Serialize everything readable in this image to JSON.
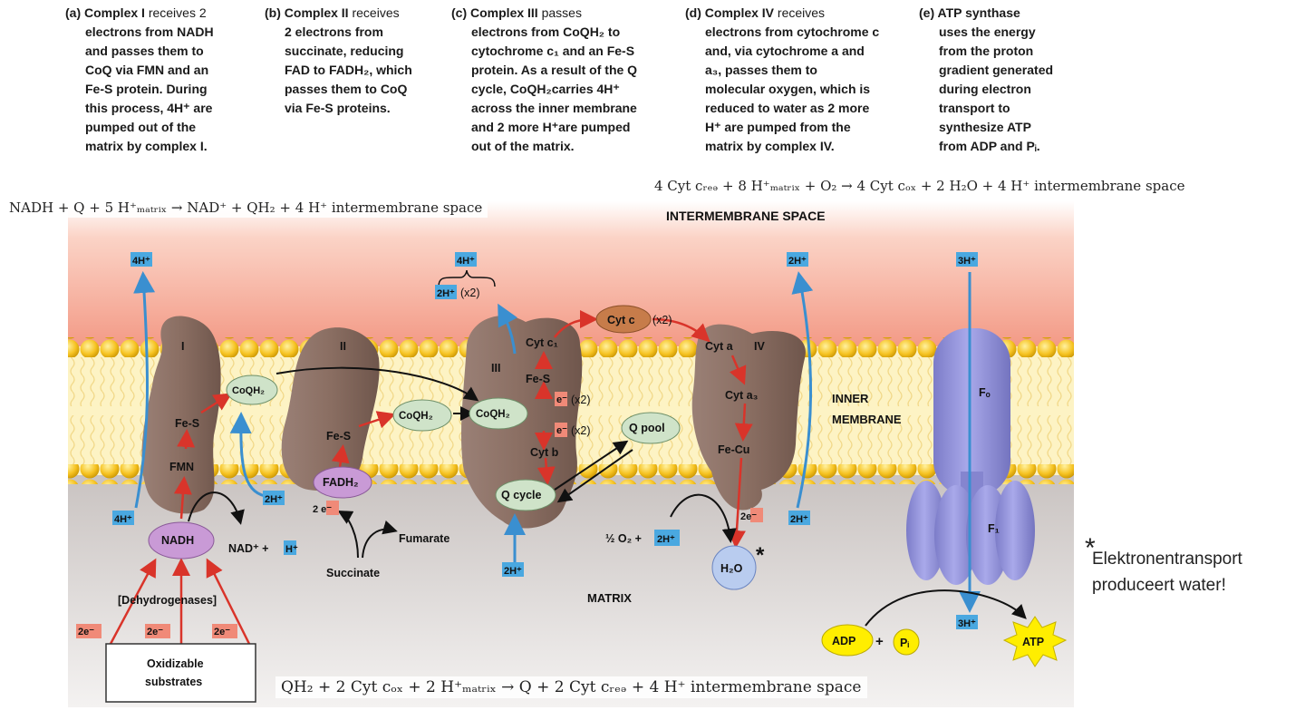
{
  "captions": [
    {
      "letter": "(a)",
      "title": "Complex I",
      "lines": [
        "receives 2",
        "electrons from NADH",
        "and passes them to",
        "CoQ via FMN and an",
        "Fe-S protein. During",
        "this process, 4H⁺ are",
        "pumped out of the",
        "matrix by complex I."
      ]
    },
    {
      "letter": "(b)",
      "title": "Complex II",
      "lines": [
        "receives",
        "2 electrons from",
        "succinate, reducing",
        "FAD to FADH₂, which",
        "passes them to CoQ",
        "via Fe-S proteins."
      ]
    },
    {
      "letter": "(c)",
      "title": "Complex III",
      "lines": [
        "passes",
        "electrons from CoQH₂ to",
        "cytochrome c₁ and an Fe-S",
        "protein. As a result of the Q",
        "cycle, CoQH₂carries 4H⁺",
        "across the inner membrane",
        "and 2 more H⁺are pumped",
        "out of the matrix."
      ]
    },
    {
      "letter": "(d)",
      "title": "Complex IV",
      "lines": [
        "receives",
        "electrons from cytochrome c",
        "and, via cytochrome a and",
        "a₃, passes them to",
        "molecular oxygen, which is",
        "reduced to water as 2 more",
        "H⁺ are pumped from the",
        "matrix by complex IV."
      ]
    },
    {
      "letter": "(e)",
      "title": "ATP synthase",
      "lines": [
        "",
        "uses the energy",
        "from the proton",
        "gradient generated",
        "during electron",
        "transport to",
        "synthesize ATP",
        "from ADP and Pᵢ."
      ]
    }
  ],
  "equations": {
    "complex1": "NADH + Q + 5 H⁺ₘₐₜᵣᵢₓ → NAD⁺ + QH₂ + 4 H⁺ intermembrane space",
    "complex4": "4 Cyt cᵣₑₔ + 8 H⁺ₘₐₜᵣᵢₓ + O₂ → 4 Cyt cₒₓ + 2 H₂O + 4 H⁺ intermembrane space",
    "complex3": "QH₂ + 2 Cyt cₒₓ + 2 H⁺ₘₐₜᵣᵢₓ → Q + 2 Cyt cᵣₑₔ + 4 H⁺ intermembrane space"
  },
  "regions": {
    "intermembrane": "INTERMEMBRANE SPACE",
    "inner_membrane_1": "INNER",
    "inner_membrane_2": "MEMBRANE",
    "matrix": "MATRIX"
  },
  "complexes": {
    "c1": "I",
    "c2": "II",
    "c3": "III",
    "c4": "IV",
    "fo": "Fₒ",
    "f1": "F₁"
  },
  "carriers": {
    "fmn": "FMN",
    "fes_1": "Fe-S",
    "coqh2_1": "CoQH₂",
    "fes_2": "Fe-S",
    "fadh2": "FADH₂",
    "coqh2_2": "CoQH₂",
    "coqh2_3": "CoQH₂",
    "cytc1": "Cyt c₁",
    "fes_3": "Fe-S",
    "cytb": "Cyt b",
    "qcycle": "Q cycle",
    "qpool": "Q pool",
    "cytc": "Cyt c",
    "cytc_mult": "(x2)",
    "cyta": "Cyt a",
    "cyta3": "Cyt a₃",
    "fecu": "Fe-Cu",
    "nadh": "NADH",
    "h2o": "H₂O",
    "adp": "ADP",
    "pi": "Pᵢ",
    "atp": "ATP",
    "plus": "+"
  },
  "labels": {
    "h_4_top": "4H⁺",
    "h_4_bottom": "4H⁺",
    "h_2_c1": "2H⁺",
    "nad_plus": "NAD⁺ +",
    "h_nad": "H⁺",
    "dehydrogenases": "[Dehydrogenases]",
    "e_1": "2e⁻",
    "e_2": "2e⁻",
    "e_3": "2e⁻",
    "oxidizable_1": "Oxidizable",
    "oxidizable_2": "substrates",
    "succ_e": "2 e⁻",
    "fumarate": "Fumarate",
    "succinate": "Succinate",
    "h_4_c3": "4H⁺",
    "h_2_c3_top": "2H⁺",
    "x2_c3_top": "(x2)",
    "e_c3_a": "e⁻",
    "e_c3_a_mult": "(x2)",
    "e_c3_b": "e⁻",
    "e_c3_b_mult": "(x2)",
    "h_2_c3_bottom": "2H⁺",
    "half_o2": "½ O₂ +",
    "h_2_o2": "2H⁺",
    "e_c4": "2e⁻",
    "h_2_c4_top": "2H⁺",
    "h_2_c4_bottom": "2H⁺",
    "h2o_star": "*",
    "h_3_top": "3H⁺",
    "h_3_bottom": "3H⁺"
  },
  "note": {
    "star": "*",
    "line1": "Elektronentransport",
    "line2": "produceert water!"
  },
  "colors": {
    "proton": "#4aa8e0",
    "electron_box": "#f08a78",
    "red_arrow": "#d9342a",
    "blue_arrow": "#3a8fd0",
    "protein": "#8a6e62",
    "carrier_green": "#cfe3c9",
    "nadh_purple": "#c99ad6",
    "cytc_orange": "#c77c4a",
    "atp_yellow": "#ffee00",
    "atp_synthase": "#8f8fd6",
    "intermembrane": "#f6a08c"
  }
}
